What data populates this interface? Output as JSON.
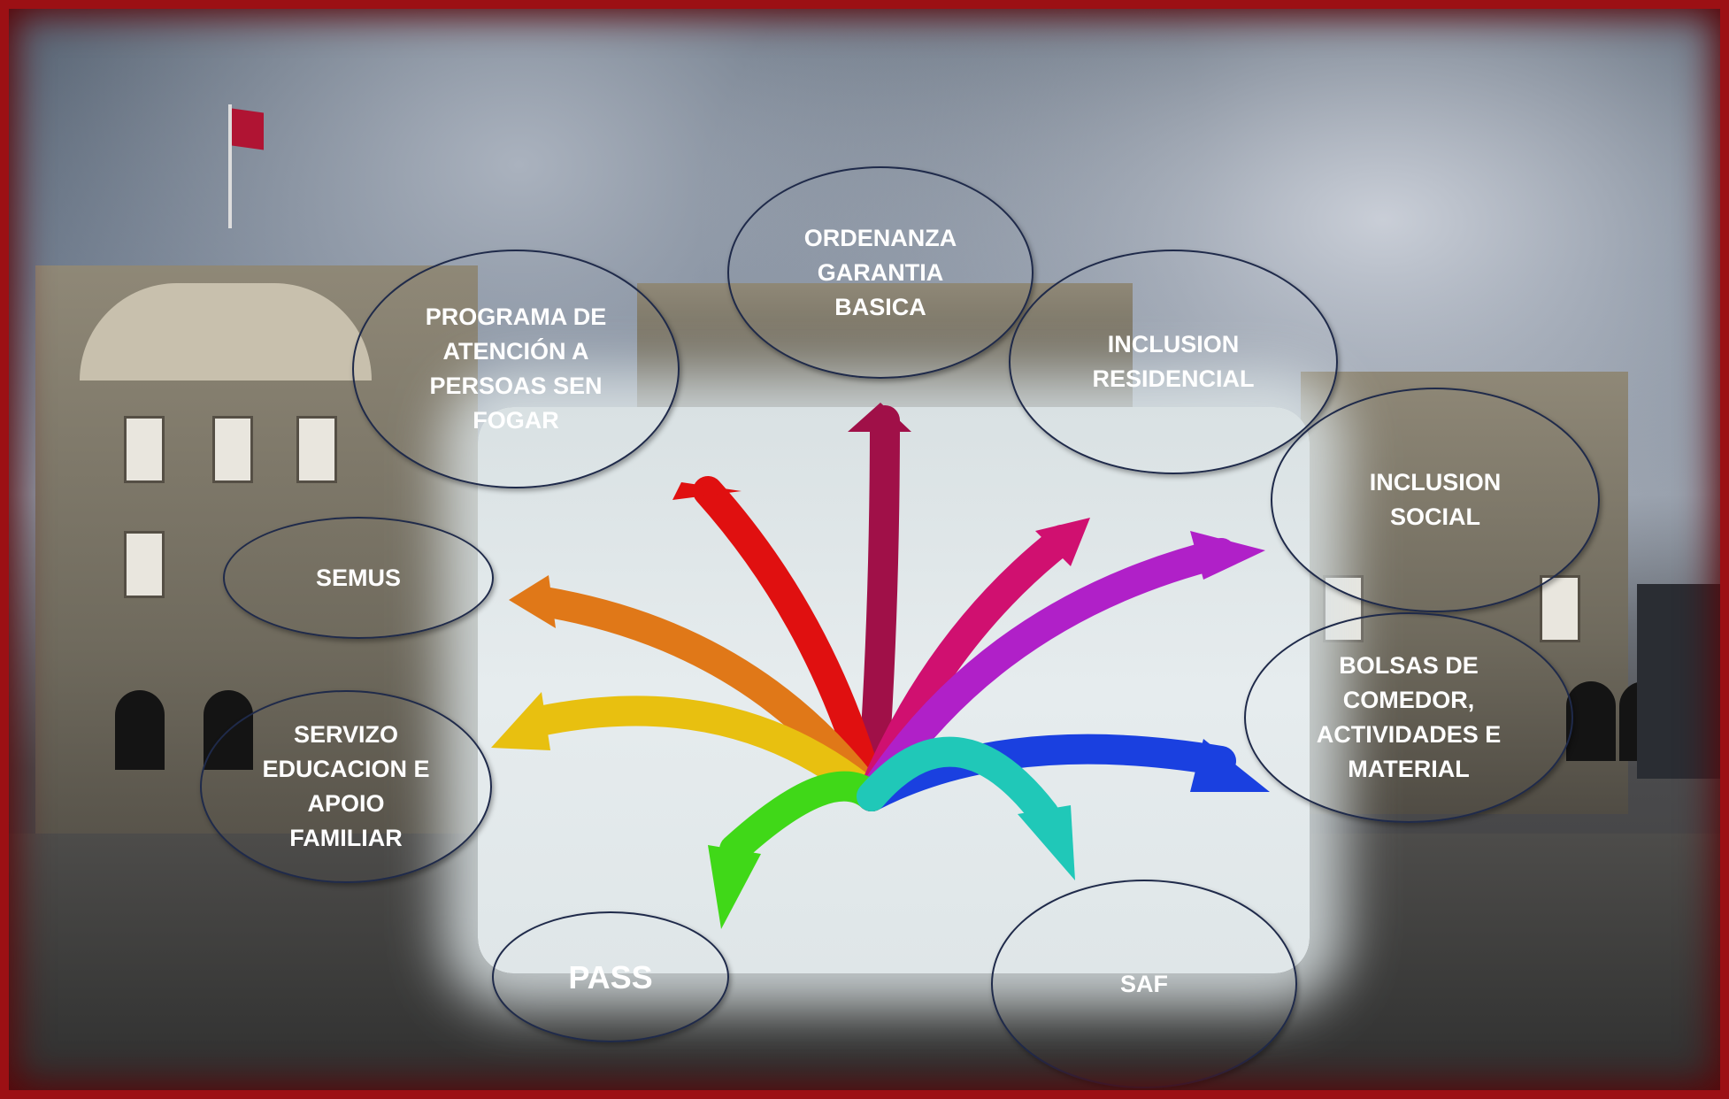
{
  "diagram": {
    "nodes": [
      {
        "id": "ordenanza",
        "label": "ORDENANZA\nGARANTIA\nBASICA",
        "color": "#c00000"
      },
      {
        "id": "programa",
        "label": "PROGRAMA DE\nATENCIÓN A\nPERSOAS SEN\nFOGAR",
        "color": "#ff0000"
      },
      {
        "id": "inclusion-residencial",
        "label": "INCLUSION\nRESIDENCIAL",
        "color": "#b4109a"
      },
      {
        "id": "inclusion-social",
        "label": "INCLUSION\nSOCIAL",
        "color": "#9933ff"
      },
      {
        "id": "semus",
        "label": "SEMUS",
        "color": "#ff8c1a"
      },
      {
        "id": "bolsas",
        "label": "BOLSAS DE\nCOMEDOR,\nACTIVIDADES E\nMATERIAL",
        "color": "#0066ff"
      },
      {
        "id": "servizo",
        "label": "SERVIZO\nEDUCACION E\nAPOIO\nFAMILIAR",
        "color": "#e0a800"
      },
      {
        "id": "pass",
        "label": "PASS",
        "color": "#00b050"
      },
      {
        "id": "saf",
        "label": "SAF",
        "color": "#00b8b0"
      }
    ],
    "arrow_colors": [
      "#a01048",
      "#e01010",
      "#e07818",
      "#e8c010",
      "#d01070",
      "#b020c8",
      "#1a40e0",
      "#40d818",
      "#20c8b8"
    ]
  }
}
